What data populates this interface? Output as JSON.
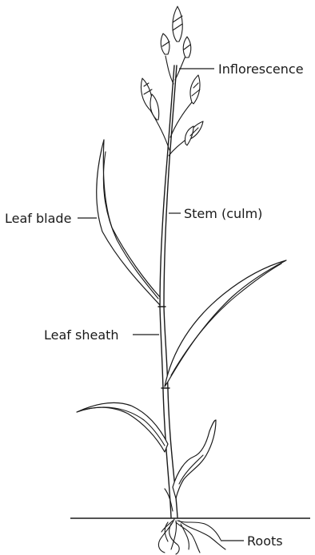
{
  "labels": {
    "inflorescence": "Inflorescence",
    "stem": "Stem (culm)",
    "leaf_blade": "Leaf blade",
    "leaf_sheath": "Leaf sheath",
    "roots": "Roots"
  }
}
